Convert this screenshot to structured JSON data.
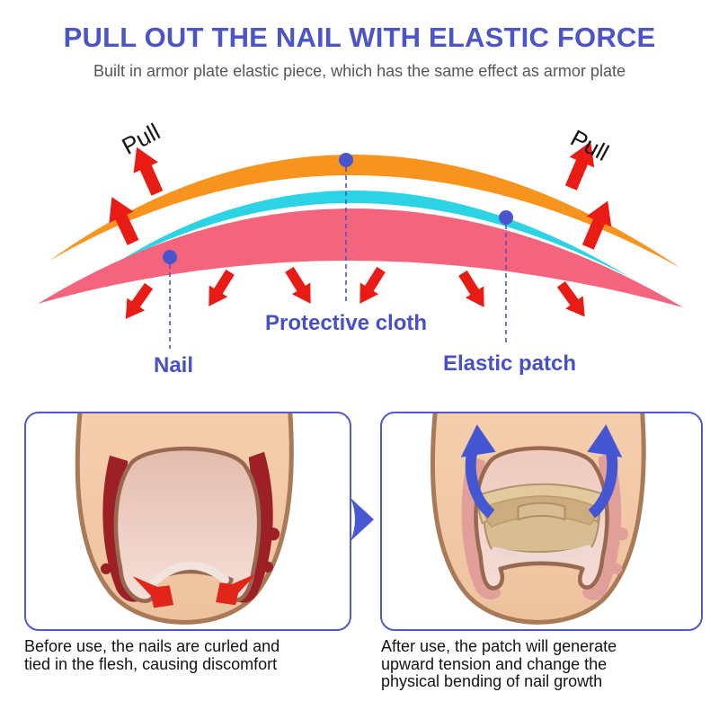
{
  "header": {
    "title": "PULL OUT THE NAIL WITH ELASTIC FORCE",
    "subtitle": "Built in armor plate elastic piece, which has the same effect as armor plate"
  },
  "diagram": {
    "pull_label": "Pull",
    "labels": {
      "protective_cloth": "Protective cloth",
      "nail": "Nail",
      "elastic_patch": "Elastic patch"
    },
    "colors": {
      "elastic_band_orange": "#f7941e",
      "protective_cloth_cyan": "#2cd3e4",
      "nail_pink": "#f4657d",
      "force_arrow_red": "#e81c15",
      "callout_blue": "#4a55cb",
      "label_text_blue": "#4750c7",
      "title_blue": "#4b54c9",
      "panel_border_blue": "#5059ce"
    }
  },
  "panels": {
    "before": {
      "caption_lines": [
        "Before use, the nails are curled and",
        "tied in the flesh, causing discomfort"
      ]
    },
    "after": {
      "caption_lines": [
        "After use, the patch will generate",
        "upward tension and change the",
        "physical bending of nail growth"
      ]
    }
  }
}
